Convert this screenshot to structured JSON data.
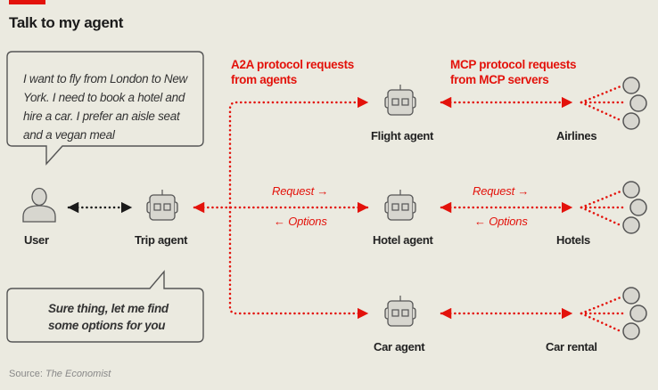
{
  "header": {
    "title": "Talk to my agent",
    "accent_color": "#e3120b"
  },
  "bubbles": {
    "user_request": "I want to fly from London to New York. I need to book a hotel and hire a car. I prefer an aisle seat and a vegan meal",
    "agent_reply": "Sure thing, let me find some options for you"
  },
  "nodes": {
    "user": {
      "label": "User",
      "icon": "person-icon"
    },
    "trip_agent": {
      "label": "Trip agent",
      "icon": "robot-icon"
    },
    "agents": [
      {
        "label": "Flight agent",
        "icon": "robot-icon",
        "service_label": "Airlines"
      },
      {
        "label": "Hotel agent",
        "icon": "robot-icon",
        "service_label": "Hotels"
      },
      {
        "label": "Car agent",
        "icon": "robot-icon",
        "service_label": "Car rental"
      }
    ]
  },
  "protocols": {
    "a2a_line1": "A2A protocol requests",
    "a2a_line2": "from agents",
    "mcp_line1": "MCP protocol requests",
    "mcp_line2": "from MCP servers"
  },
  "flow_labels": {
    "a2a_request": "Request →",
    "a2a_options": "← Options",
    "mcp_request": "Request →",
    "mcp_options": "← Options"
  },
  "source": {
    "prefix": "Source: ",
    "name": "The Economist"
  }
}
